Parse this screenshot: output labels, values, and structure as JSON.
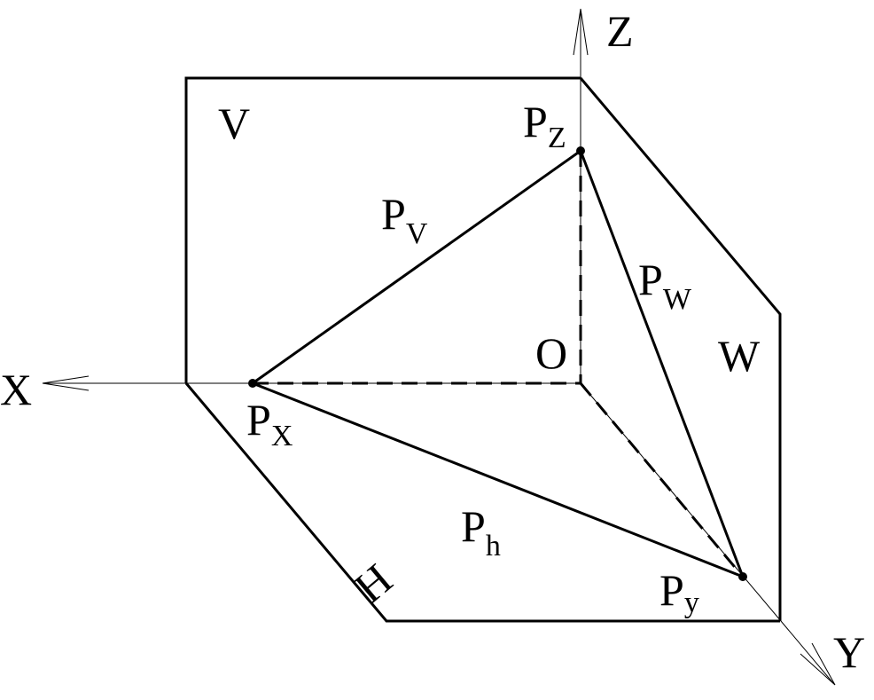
{
  "planes": {
    "v": "V",
    "w": "W",
    "h": "H"
  },
  "axes": {
    "x": "X",
    "y": "Y",
    "z": "Z",
    "origin": "O"
  },
  "points": {
    "px": {
      "main": "P",
      "sub": "X"
    },
    "pz": {
      "main": "P",
      "sub": "Z"
    },
    "py": {
      "main": "P",
      "sub": "y"
    }
  },
  "traces": {
    "pv": {
      "main": "P",
      "sub": "V"
    },
    "pw": {
      "main": "P",
      "sub": "W"
    },
    "ph": {
      "main": "P",
      "sub": "h"
    }
  }
}
